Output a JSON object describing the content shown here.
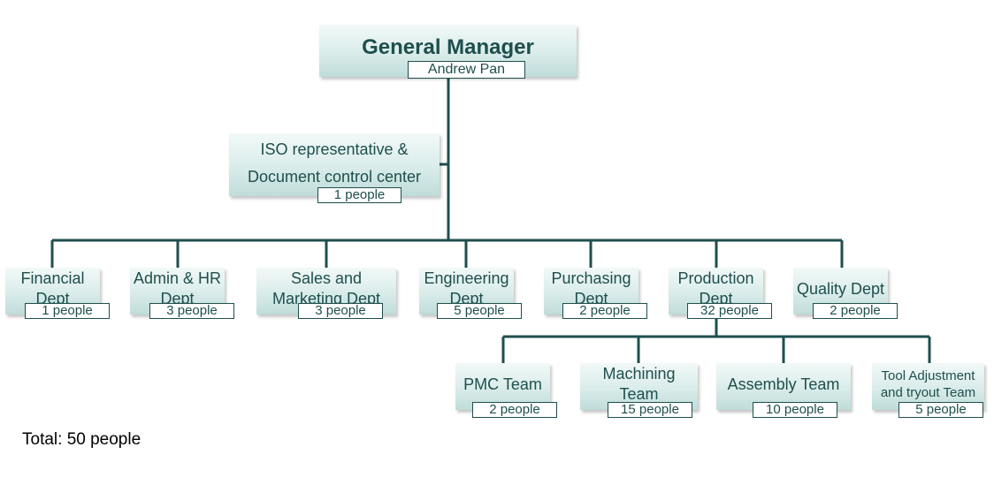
{
  "general_manager": {
    "title": "General Manager",
    "name": "Andrew Pan"
  },
  "iso": {
    "title_line1": "ISO representative &",
    "title_line2": "Document control center",
    "count": "1 people"
  },
  "departments": [
    {
      "line1": "Financial",
      "line2": "Dept",
      "count": "1 people"
    },
    {
      "line1": "Admin & HR",
      "line2": "Dept",
      "count": "3 people"
    },
    {
      "line1": "Sales and",
      "line2": "Marketing Dept",
      "count": "3 people"
    },
    {
      "line1": "Engineering",
      "line2": "Dept",
      "count": "5 people"
    },
    {
      "line1": "Purchasing",
      "line2": "Dept",
      "count": "2 people"
    },
    {
      "line1": "Production",
      "line2": "Dept",
      "count": "32 people"
    },
    {
      "line1": "Quality Dept",
      "line2": "",
      "count": "2 people"
    }
  ],
  "teams": [
    {
      "line1": "PMC Team",
      "line2": "",
      "count": "2 people"
    },
    {
      "line1": "Machining",
      "line2": "Team",
      "count": "15 people"
    },
    {
      "line1": "Assembly Team",
      "line2": "",
      "count": "10 people"
    },
    {
      "line1": "Tool Adjustment",
      "line2": "and tryout Team",
      "count": "5 people"
    }
  ],
  "total": "Total: 50 people",
  "colors": {
    "line": "#1e4f4d",
    "box_top": "#f2f9f8",
    "box_bottom": "#bfdcd9",
    "text": "#1e4f4d"
  }
}
